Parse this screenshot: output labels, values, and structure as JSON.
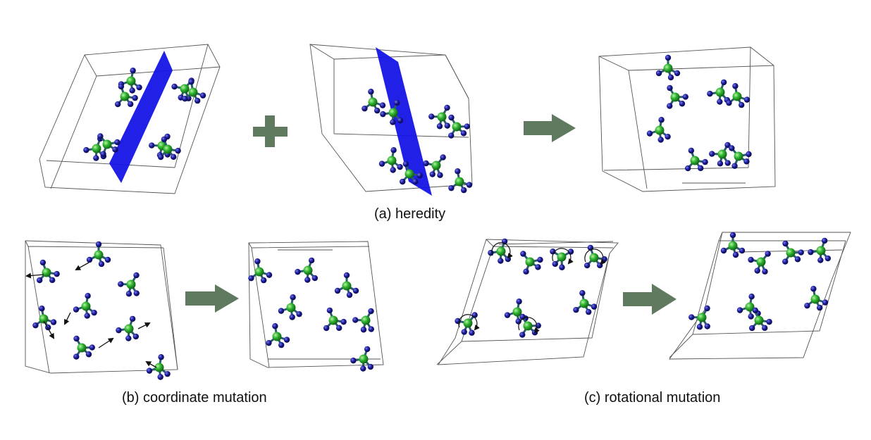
{
  "captions": {
    "heredity": "(a) heredity",
    "coordinate_mutation": "(b) coordinate mutation",
    "rotational_mutation": "(c) rotational mutation"
  },
  "symbols": {
    "plus": "plus-icon",
    "arrow": "right-arrow-icon"
  },
  "colors": {
    "central_atom": "#2fb52f",
    "ligand_atom": "#1a1a9a",
    "cutting_plane": "#1414e6",
    "operator_symbol": "#5f7a5f",
    "cell_edge": "#555555"
  }
}
